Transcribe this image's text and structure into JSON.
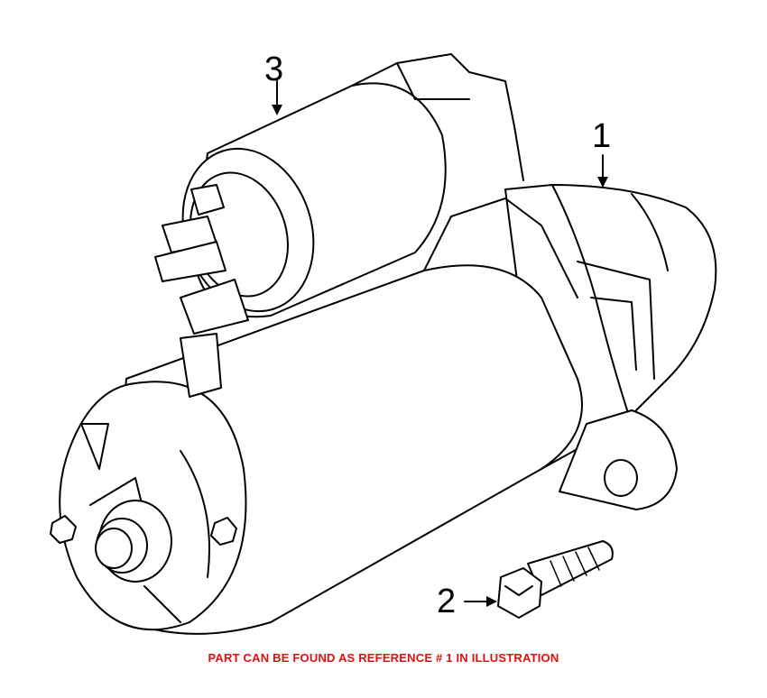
{
  "callouts": {
    "starter": "1",
    "bolt": "2",
    "solenoid": "3"
  },
  "note": {
    "text": "PART CAN BE FOUND AS REFERENCE # 1 IN ILLUSTRATION",
    "color": "#e01010"
  }
}
